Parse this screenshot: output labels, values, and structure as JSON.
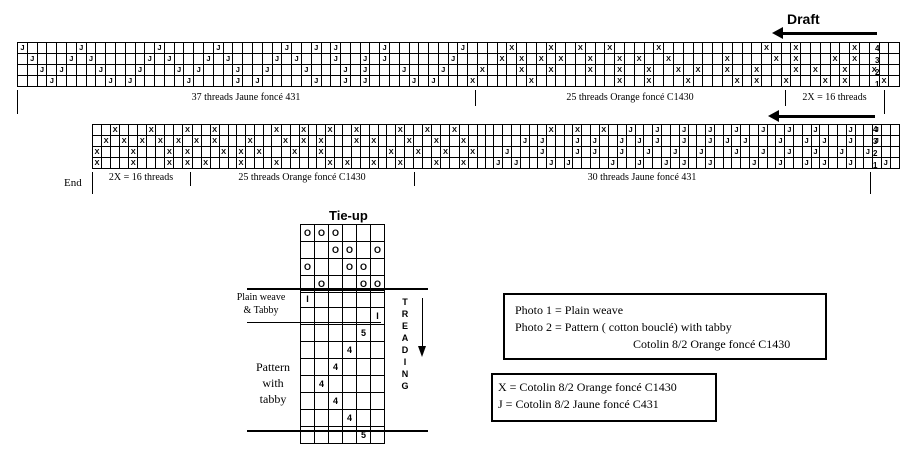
{
  "draft_title": "Draft",
  "shaft_labels": [
    "4",
    "3",
    "2",
    "1"
  ],
  "row1": {
    "grid": [
      "J.....J.......J.....J......J..J.J....J.......J....X...X..X..X....X..........X..X.....X....",
      ".J...J.J.....J.J...J.J....J.J...J..J.J......J....X.X.X.X..X..X.X..X.....X....X.X...X.X....",
      "..J.J...J...J...J.J...J..J...J...J.J...J...J...X...X..X...X..X..X..X.X..X..X...X.X..X..X..",
      "...J.....J.J.....J....J.J.....J..J.J....J.J...X.....X........X..X...X....X.X..X...X.X...X."
    ],
    "segments": [
      "37 threads Jaune foncé 431",
      "25 threads Orange foncé C1430",
      "2X = 16 threads"
    ]
  },
  "row2": {
    "grid": [
      "..X...X...X..X......X..X..X..X....X..X..X..........X..X..X..J..J..J..J..J..J..J..J...J..J..",
      ".X.X.X.X.X.X.X...X...X.X.X...X.X...X..X..X......J.J...J.J..J.J.J..J..J.J.J...J..J.J..J..J..",
      "X...X...X.X...X.X.X...X..X.......X..X..X..X...J...J...J.J..J..J..J..J...J..J..J..J..J..J...",
      "X...X...X.X.X...X...X.....X.X..X..X...X..X...J.J...J.J....J..J..J.J..J....J..J..J.J..J...J."
    ],
    "end_label": "End",
    "segments": [
      "2X = 16 threads",
      "25 threads Orange foncé C1430",
      "30 threads Jaune foncé 431"
    ]
  },
  "tieup": {
    "title": "Tie-up",
    "grid": [
      [
        "O",
        "O",
        "O",
        "",
        "",
        ""
      ],
      [
        "",
        "",
        "O",
        "O",
        "",
        "O"
      ],
      [
        "O",
        "",
        "",
        "O",
        "O",
        ""
      ],
      [
        "",
        "O",
        "",
        "",
        "O",
        "O"
      ]
    ]
  },
  "treadling": {
    "label_plain": "Plain weave\n& Tabby",
    "label_pattern": "Pattern\nwith\ntabby",
    "vertical": "TREADING",
    "rows": [
      [
        "I",
        "",
        "",
        "",
        "",
        ""
      ],
      [
        "",
        "",
        "",
        "",
        "",
        "I"
      ],
      [
        "",
        "",
        "",
        "",
        "5",
        ""
      ],
      [
        "",
        "",
        "",
        "4",
        "",
        ""
      ],
      [
        "",
        "",
        "4",
        "",
        "",
        ""
      ],
      [
        "",
        "4",
        "",
        "",
        "",
        ""
      ],
      [
        "",
        "",
        "4",
        "",
        "",
        ""
      ],
      [
        "",
        "",
        "",
        "4",
        "",
        ""
      ],
      [
        "",
        "",
        "",
        "",
        "5",
        ""
      ]
    ]
  },
  "photo_box": {
    "line1": "Photo 1 = Plain weave",
    "line2": "Photo 2 = Pattern  ( cotton bouclé) with tabby",
    "line3": "Cotolin 8/2 Orange foncé C1430"
  },
  "legend_box": {
    "x_line": "X = Cotolin 8/2 Orange foncé C1430",
    "j_line": "J = Cotolin 8/2 Jaune foncé C431"
  }
}
